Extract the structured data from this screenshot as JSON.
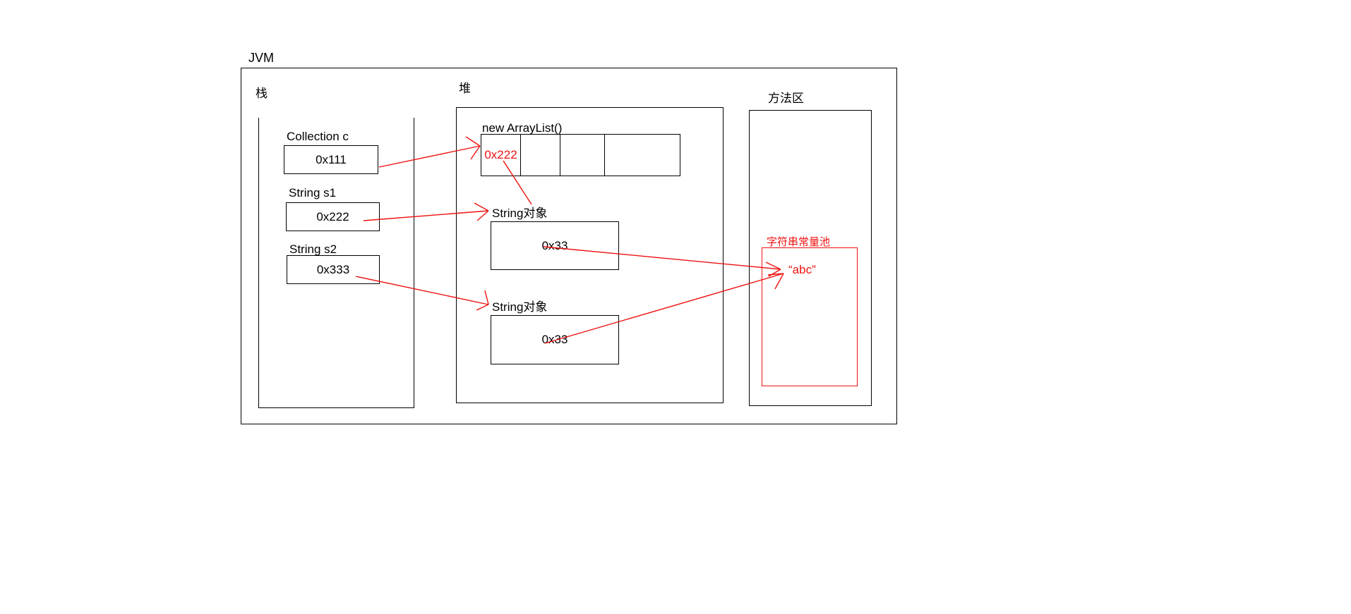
{
  "diagram": {
    "title": "JVM",
    "regions": {
      "stack": {
        "label": "栈"
      },
      "heap": {
        "label": "堆"
      },
      "method_area": {
        "label": "方法区"
      }
    },
    "stack_frames": [
      {
        "name": "Collection c",
        "value": "0x111"
      },
      {
        "name": "String s1",
        "value": "0x222"
      },
      {
        "name": "String s2",
        "value": "0x333"
      }
    ],
    "heap_objects": [
      {
        "label": "new ArrayList()",
        "type": "array-table",
        "cells": [
          "0x222",
          "",
          "",
          ""
        ]
      },
      {
        "label": "String对象",
        "type": "object-box",
        "value": "0x33"
      },
      {
        "label": "String对象",
        "type": "object-box",
        "value": "0x33"
      }
    ],
    "string_pool": {
      "label": "字符串常量池",
      "entries": [
        "“abc”"
      ]
    },
    "colors": {
      "outline": "#000000",
      "accent_red": "#ee1111",
      "background": "#ffffff"
    }
  }
}
